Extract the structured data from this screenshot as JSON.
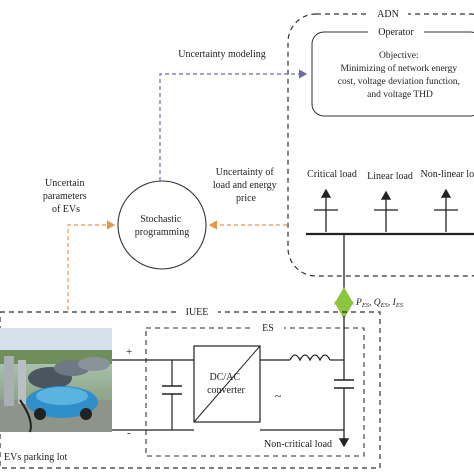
{
  "adn": {
    "label": "ADN",
    "operator": {
      "label": "Operator",
      "objective_lines": [
        "Objective:",
        "Minimizing of network energy",
        "cost, voltage deviation function,",
        "and voltage THD"
      ]
    },
    "loads": [
      "Critical load",
      "Linear load",
      "Non-linear load"
    ]
  },
  "links": {
    "uncertainty_modeling": "Uncertainty modeling",
    "uncertainty_load_lines": [
      "Uncertainty of",
      "load and energy",
      "price"
    ],
    "uncertain_ev_lines": [
      "Uncertain",
      "parameters",
      "of EVs"
    ]
  },
  "stochastic_lines": [
    "Stochastic",
    "programming"
  ],
  "interface": {
    "p": "P",
    "p_sub": "ES",
    "q": "Q",
    "q_sub": "ES",
    "i": "I",
    "i_sub": "ES"
  },
  "iuee": {
    "label": "IUEE",
    "es": {
      "label": "ES",
      "converter_lines": [
        "DC/AC",
        "converter"
      ],
      "plus": "+",
      "minus": "-",
      "tilde": "~",
      "noncritical_load": "Non-critical load"
    }
  },
  "ev": {
    "label": "EVs parking lot"
  },
  "colors": {
    "purple_dash": "#6d6aa8",
    "orange_dash": "#e8974a",
    "green_arrow": "#8cc63f"
  }
}
